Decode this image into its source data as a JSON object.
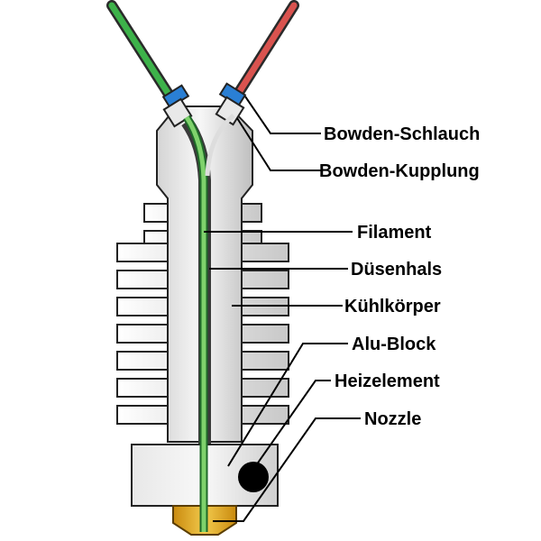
{
  "labels": {
    "bowden_schlauch": "Bowden-Schlauch",
    "bowden_kupplung": "Bowden-Kupplung",
    "filament": "Filament",
    "duesenhals": "Düsenhals",
    "kuehlkoerper": "Kühlkörper",
    "alu_block": "Alu-Block",
    "heizelement": "Heizelement",
    "nozzle": "Nozzle"
  },
  "colors": {
    "filament_green": "#3db24a",
    "tube_red": "#d9534f",
    "coupling_blue": "#2a7fd4",
    "nozzle_brass": "#e0a81e",
    "heater_black": "#000000",
    "metal_light": "#f2f2f2",
    "metal_dark": "#bdbdbd"
  }
}
